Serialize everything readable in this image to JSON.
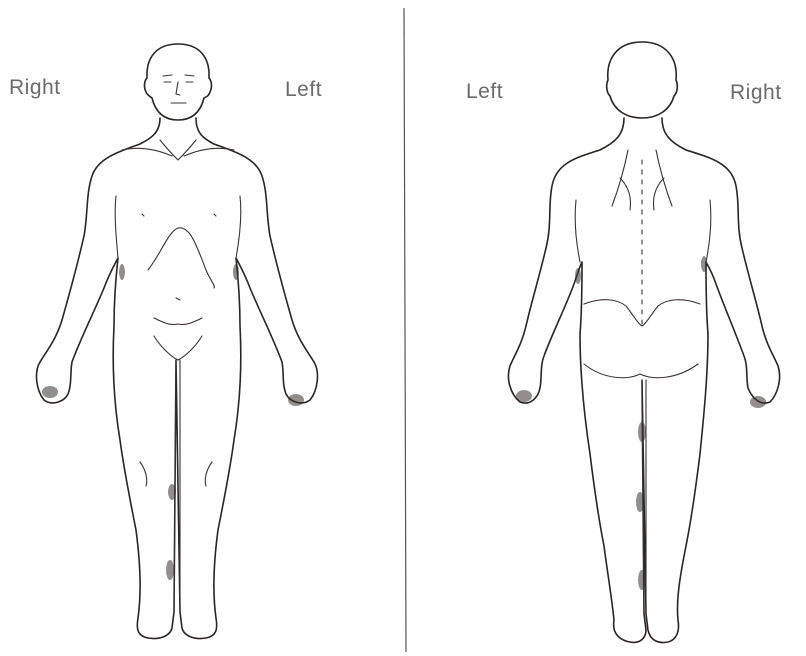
{
  "front_view": {
    "right_label": "Right",
    "left_label": "Left"
  },
  "back_view": {
    "left_label": "Left",
    "right_label": "Right"
  },
  "colors": {
    "line": "#2a2422",
    "label": "#6a6a6a",
    "background": "#ffffff"
  }
}
